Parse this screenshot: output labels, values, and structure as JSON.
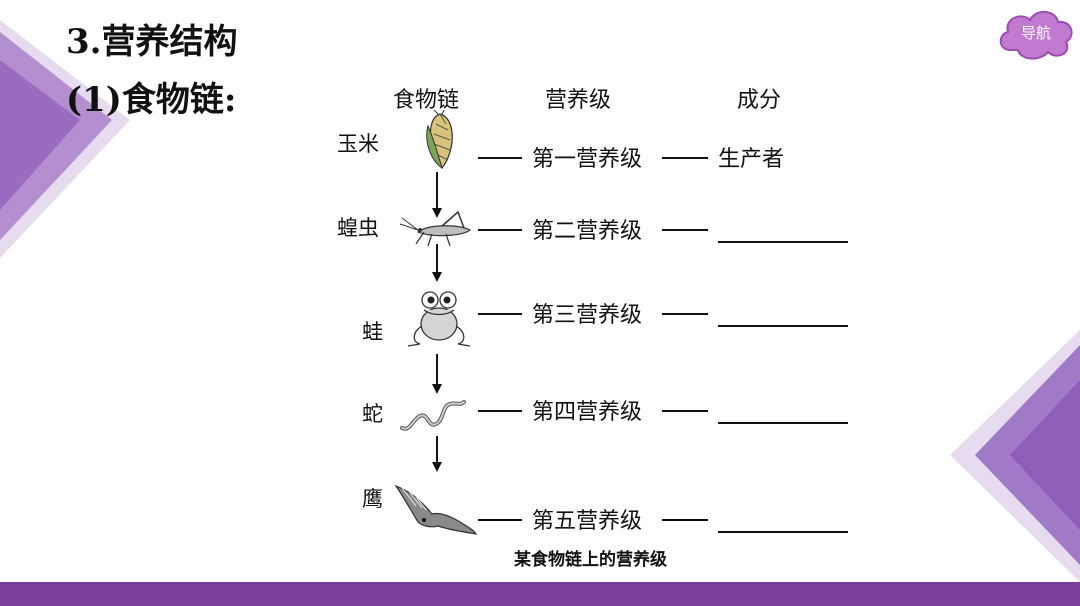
{
  "heading": {
    "title": "3.营养结构",
    "subtitle": "(1)食物链:"
  },
  "nav": {
    "label": "导航"
  },
  "diagram": {
    "columns": {
      "chain": "食物链",
      "level": "营养级",
      "component": "成分"
    },
    "rows": [
      {
        "organism": "玉米",
        "level": "第一营养级",
        "component": "生产者",
        "icon": "corn-icon"
      },
      {
        "organism": "蝗虫",
        "level": "第二营养级",
        "component": "",
        "icon": "grasshopper-icon"
      },
      {
        "organism": "蛙",
        "level": "第三营养级",
        "component": "",
        "icon": "frog-icon"
      },
      {
        "organism": "蛇",
        "level": "第四营养级",
        "component": "",
        "icon": "snake-icon"
      },
      {
        "organism": "鹰",
        "level": "第五营养级",
        "component": "",
        "icon": "eagle-icon"
      }
    ],
    "caption": "某食物链上的营养级"
  },
  "colors": {
    "accent": "#7a3e9d",
    "decor_light": "#d9c6e6",
    "decor_mid": "#9d72bf"
  }
}
